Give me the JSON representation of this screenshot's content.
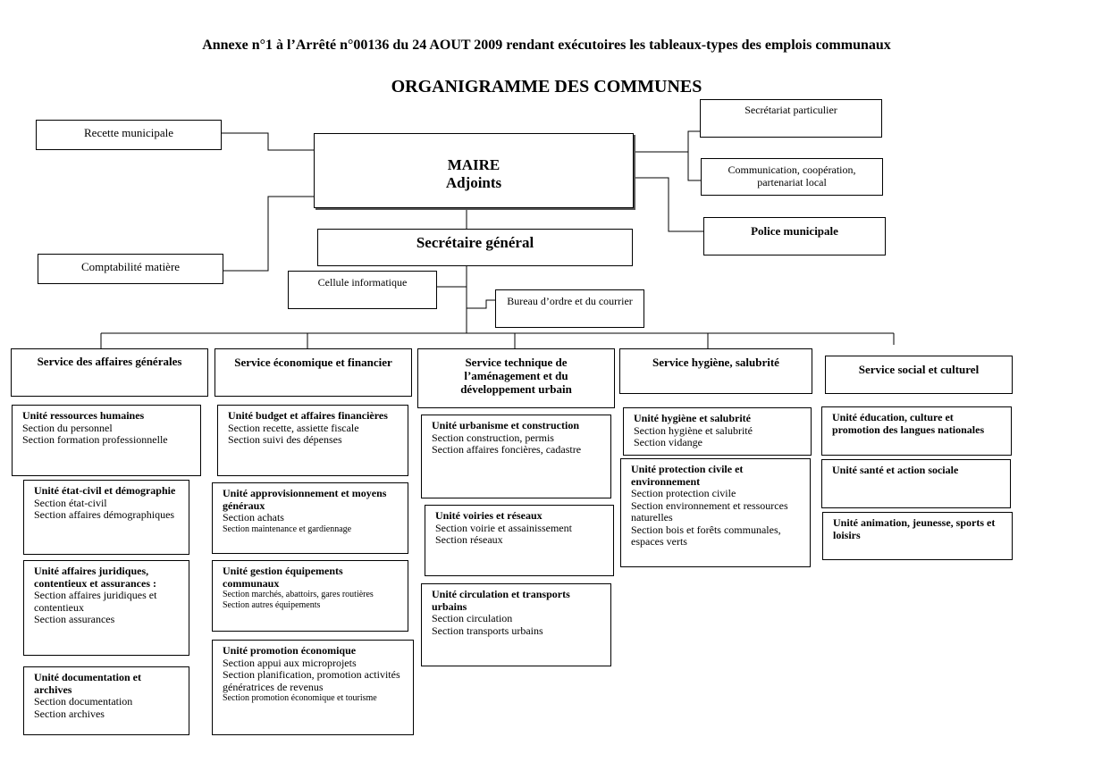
{
  "header": {
    "annex": "Annexe n°1 à l’Arrêté n°00136 du 24 AOUT 2009 rendant exécutoires les tableaux-types des emplois communaux",
    "title": "ORGANIGRAMME DES COMMUNES"
  },
  "top": {
    "recette": "Recette municipale",
    "maire": "MAIRE",
    "adjoints": "Adjoints",
    "secretariat": "Secrétariat particulier",
    "communication": "Communication, coopération, partenariat local",
    "police": "Police municipale",
    "sg": "Secrétaire général",
    "comptabilite": "Comptabilité matière",
    "cellule": "Cellule informatique",
    "bureau": "Bureau d’ordre et du courrier"
  },
  "services": {
    "ag": "Service des affaires générales",
    "ef": "Service économique et financier",
    "tech": "Service technique de l’aménagement et du développement urbain",
    "hyg": "Service hygiène, salubrité",
    "soc": "Service social et culturel"
  },
  "units": {
    "rh": {
      "title": "Unité ressources humaines",
      "s1": "Section du personnel",
      "s2": "Section formation professionnelle"
    },
    "ec": {
      "title": "Unité état-civil et démographie",
      "s1": "Section état-civil",
      "s2": "Section affaires démographiques"
    },
    "aj": {
      "title": "Unité affaires juridiques, contentieux et assurances :",
      "s1": "Section affaires juridiques et contentieux",
      "s2": "Section assurances"
    },
    "doc": {
      "title": "Unité documentation et archives",
      "s1": "Section documentation",
      "s2": "Section archives"
    },
    "bud": {
      "title": "Unité budget et affaires financières",
      "s1": "Section recette, assiette fiscale",
      "s2": "Section suivi des dépenses"
    },
    "app": {
      "title": "Unité approvisionnement et moyens généraux",
      "s1": "Section achats",
      "s2": "Section maintenance et gardiennage"
    },
    "eq": {
      "title": "Unité gestion équipements communaux",
      "s1": "Section marchés, abattoirs, gares routières",
      "s2": "Section autres équipements"
    },
    "pe": {
      "title": "Unité promotion économique",
      "s1": "Section appui aux microprojets",
      "s2": "Section planification, promotion activités génératrices de revenus",
      "s3": "Section promotion économique et tourisme"
    },
    "urb": {
      "title": "Unité urbanisme et construction",
      "s1": "Section construction, permis",
      "s2": "Section affaires foncières, cadastre"
    },
    "vr": {
      "title": "Unité voiries et réseaux",
      "s1": "Section voirie et assainissement",
      "s2": "Section réseaux"
    },
    "ct": {
      "title": "Unité circulation et transports urbains",
      "s1": "Section circulation",
      "s2": "Section transports urbains"
    },
    "hs": {
      "title": "Unité hygiène et salubrité",
      "s1": "Section hygiène et salubrité",
      "s2": "Section vidange"
    },
    "pc": {
      "title": "Unité protection civile et environnement",
      "s1": "Section protection civile",
      "s2": "Section environnement et ressources naturelles",
      "s3": "Section bois et forêts communales, espaces verts"
    },
    "edu": {
      "title": "Unité éducation, culture et promotion des langues nationales"
    },
    "san": {
      "title": "Unité santé et action sociale"
    },
    "anim": {
      "title": "Unité animation, jeunesse, sports et loisirs"
    }
  }
}
